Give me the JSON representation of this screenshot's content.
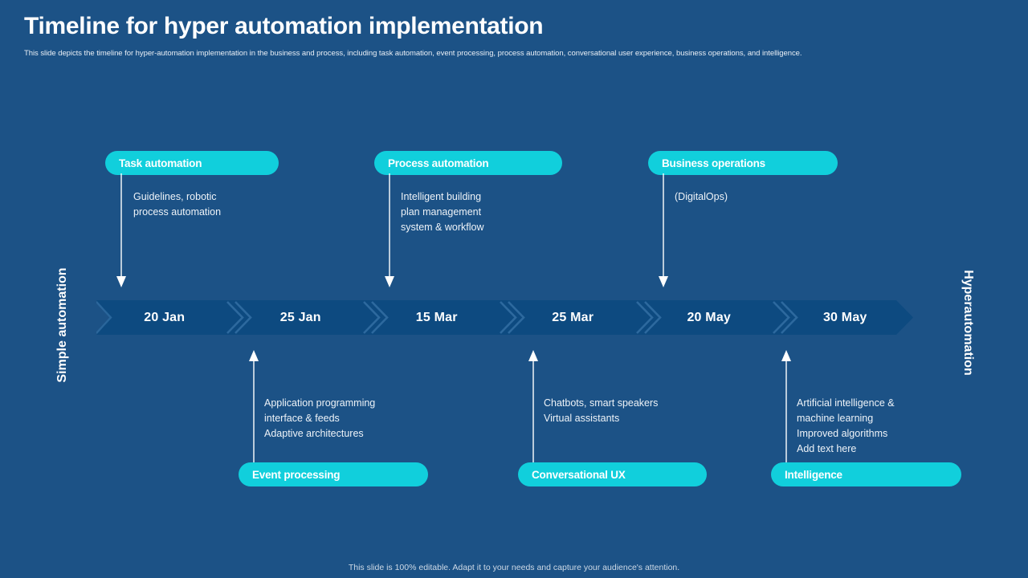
{
  "header": {
    "title": "Timeline for hyper automation implementation",
    "subtitle": "This slide depicts the timeline for hyper-automation implementation in the business and process, including task automation, event processing, process automation, conversational user experience, business operations, and intelligence."
  },
  "axis": {
    "left_label": "Simple automation",
    "right_label": "Hyperautomation"
  },
  "colors": {
    "background": "#1c5286",
    "accent_teal": "#11cfdc",
    "chevron_fill": "#0d4a80",
    "chevron_edge": "#2f6ba0",
    "text": "#ffffff"
  },
  "timeline": {
    "dates": [
      "20 Jan",
      "25 Jan",
      "15 Mar",
      "25 Mar",
      "20 May",
      "30 May"
    ]
  },
  "milestones_top": [
    {
      "id": "task-automation",
      "pill_label": "Task automation",
      "description": "Guidelines, robotic\nprocess automation",
      "date": "20 Jan"
    },
    {
      "id": "process-automation",
      "pill_label": "Process automation",
      "description": "Intelligent  building\nplan management\nsystem & workflow",
      "date": "15 Mar"
    },
    {
      "id": "business-operations",
      "pill_label": "Business operations",
      "description": "(DigitalOps)",
      "date": "20 May"
    }
  ],
  "milestones_bottom": [
    {
      "id": "event-processing",
      "pill_label": "Event processing",
      "description": "Application programming\ninterface & feeds\nAdaptive architectures",
      "date": "25 Jan"
    },
    {
      "id": "conversational-ux",
      "pill_label": "Conversational UX",
      "description": "Chatbots, smart speakers\nVirtual assistants",
      "date": "25 Mar"
    },
    {
      "id": "intelligence",
      "pill_label": "Intelligence",
      "description": "Artificial intelligence &\nmachine learning\nImproved  algorithms\nAdd text here",
      "date": "30 May"
    }
  ],
  "footer": {
    "note": "This slide is 100% editable. Adapt it to your needs and capture your audience's attention."
  }
}
